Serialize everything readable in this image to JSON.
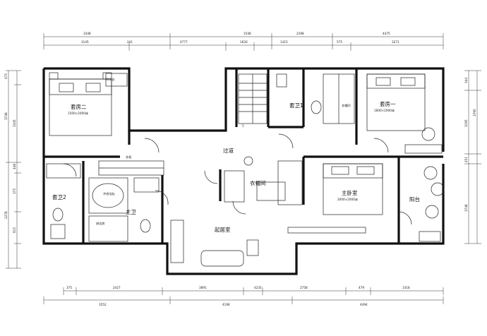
{
  "rooms": {
    "bedroom2": "套房二",
    "bedroom2_bed": "1500×2000床",
    "desk_label": "写字台",
    "bedroom1": "套房一",
    "bedroom1_bed": "1800×2000床",
    "bath1": "套卫1",
    "bath2": "套卫2",
    "main_bath": "主卫",
    "corridor": "过道",
    "closet_room": "衣帽间",
    "master_bedroom": "主卧室",
    "master_bed": "2000×2000床",
    "living": "起居室",
    "balcony": "阳台",
    "wardrobe": "衣柜",
    "shower": "淋浴房",
    "spa_tub": "冲浪浴缸",
    "stairs_down": "下"
  },
  "dimensions": {
    "top_outer": [
      "3348",
      "1548",
      "2298",
      "4475"
    ],
    "top_inner": [
      "3145",
      "241",
      "4777",
      "1620",
      "1415",
      "575",
      "3271"
    ],
    "bottom_inner": [
      "375",
      "2427",
      "3891",
      "4235",
      "2758",
      "479",
      "1418"
    ],
    "bottom_outer": [
      "3552",
      "4196",
      "4494"
    ],
    "left": [
      "475",
      "3748",
      "3345",
      "448",
      "2278",
      "375",
      "915"
    ],
    "right": [
      "344",
      "3795",
      "3195",
      "451",
      "3748"
    ]
  }
}
